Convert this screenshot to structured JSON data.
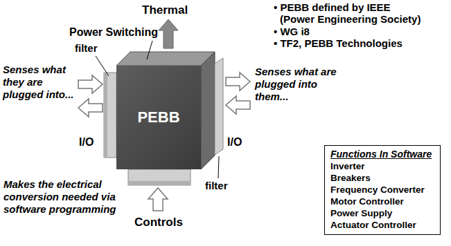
{
  "diagram": {
    "nodes": [
      {
        "text": [
          "PEBB"
        ]
      },
      {
        "text": [
          "Functions In Software",
          "Inverter",
          "Breakers",
          "Frequency Converter",
          "Motor Controller",
          "Power Supply",
          "Actuator Controller"
        ]
      }
    ],
    "labels": [
      "Thermal",
      "• PEBB defined by IEEE",
      "(Power Engineering Society)",
      "• WG i8",
      "• TF2, PEBB Technologies",
      "Power Switching",
      "filter",
      "Senses what they are plugged into...",
      "Senses what are plugged into them...",
      "I/O",
      "I/O",
      "filter",
      "Makes the electrical conversion needed via software programming",
      "Controls"
    ]
  }
}
